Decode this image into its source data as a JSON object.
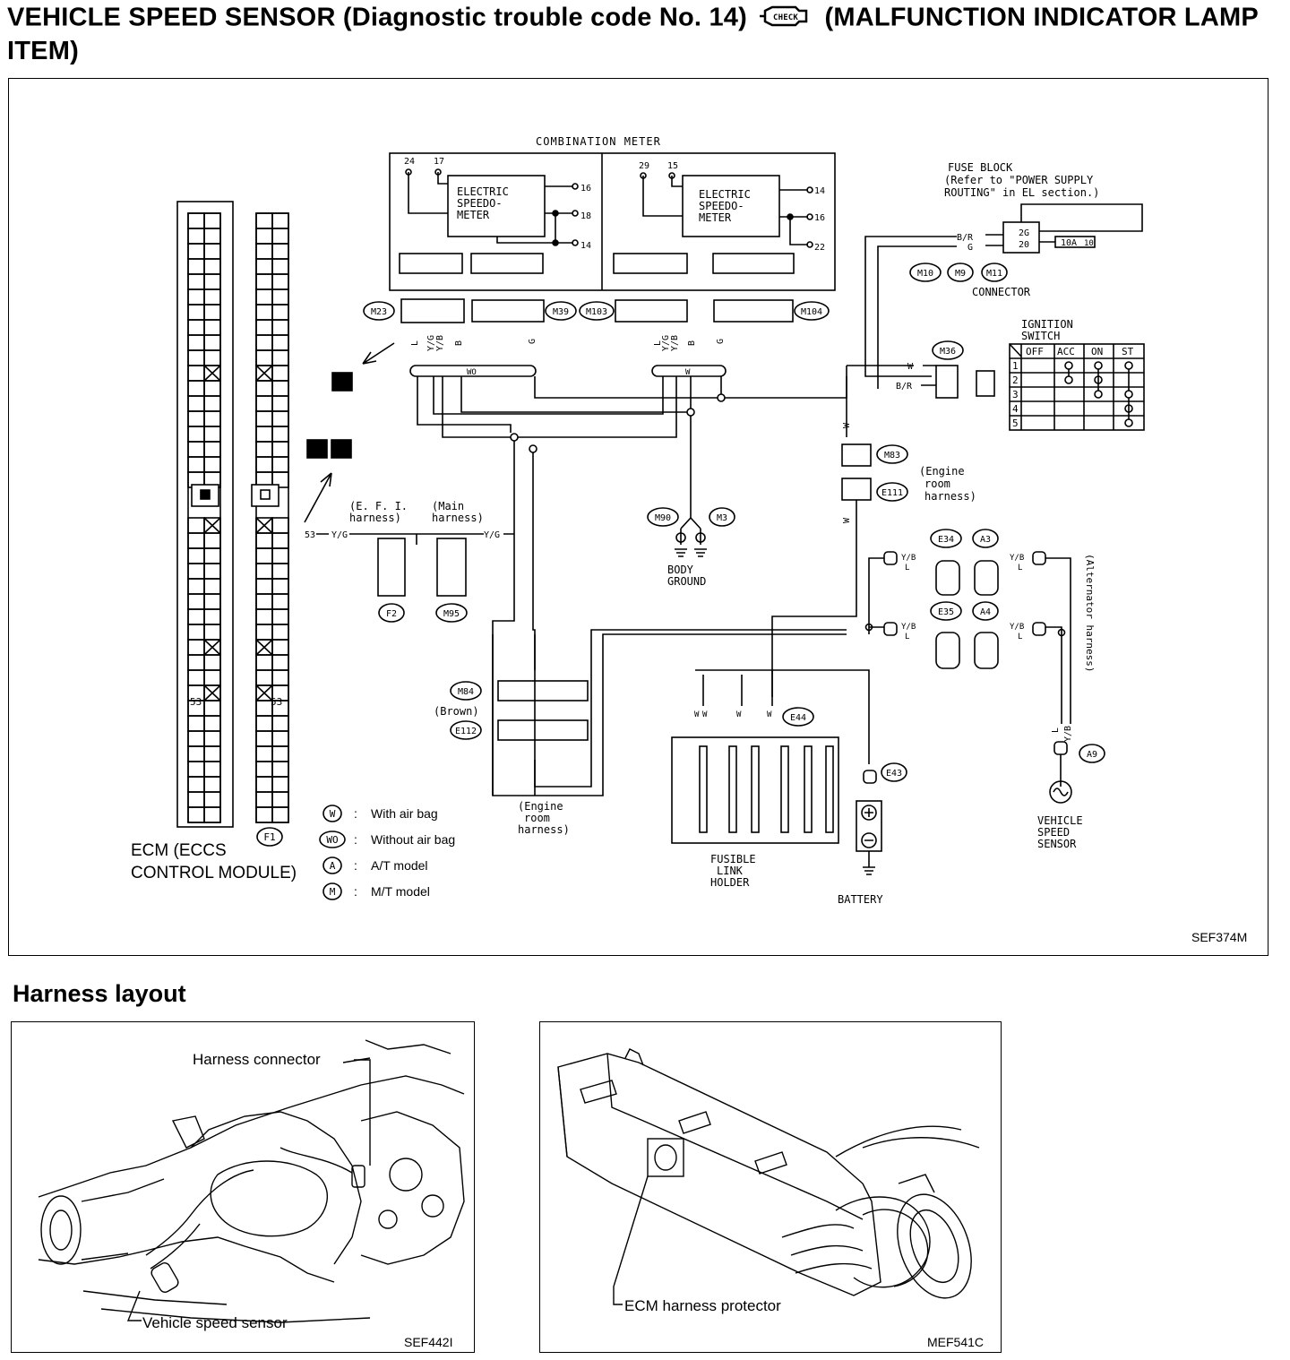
{
  "title": {
    "part1": "VEHICLE SPEED SENSOR (Diagnostic trouble code No. 14)",
    "part2": "(MALFUNCTION INDICATOR LAMP ITEM)",
    "icon": "check-engine-icon"
  },
  "diagram": {
    "combination_meter": "COMBINATION METER",
    "speedo_left": [
      "ELECTRIC",
      "SPEEDO-",
      "METER"
    ],
    "speedo_right": [
      "ELECTRIC",
      "SPEEDO-",
      "METER"
    ],
    "pins_left_top": [
      "24",
      "17"
    ],
    "pins_left_side": [
      "16",
      "18",
      "14"
    ],
    "pins_right_top": [
      "29",
      "15"
    ],
    "pins_right_side": [
      "14",
      "16",
      "22"
    ],
    "connectors": [
      "M23",
      "M39",
      "M103",
      "M104",
      "M10",
      "M9",
      "M11",
      "M36",
      "M83",
      "E111",
      "M90",
      "M3",
      "F2",
      "M95",
      "M84",
      "E112",
      "E34",
      "A3",
      "E35",
      "A4",
      "E44",
      "E43",
      "A9",
      "F1"
    ],
    "fuse_block": [
      "FUSE BLOCK",
      "(Refer to \"POWER SUPPLY",
      "ROUTING\" in EL section.)"
    ],
    "fuse_pins": [
      "2G",
      "20"
    ],
    "fuse_value": "10A",
    "fuse_id": "10",
    "connector_label": "CONNECTOR",
    "wire_br": "B/R",
    "wire_g": "G",
    "ignition_switch": [
      "IGNITION",
      "SWITCH"
    ],
    "ign_headers": [
      "OFF",
      "ACC",
      "ON",
      "ST"
    ],
    "ign_rows": [
      "1",
      "2",
      "3",
      "4",
      "5"
    ],
    "wo": "WO",
    "w": "W",
    "wire_l": "L",
    "wire_yg": "Y/G",
    "wire_yb": "Y/B",
    "wire_b": "B",
    "label_b": "B",
    "label_a": "A",
    "efi_harness": [
      "(E. F. I.",
      "harness)"
    ],
    "main_harness": [
      "(Main",
      "harness)"
    ],
    "pin_53": "53",
    "body_ground": [
      "BODY",
      "GROUND"
    ],
    "engine_room_harness_1": [
      "(Engine",
      "room",
      "harness)"
    ],
    "engine_room_harness_2": [
      "(Engine",
      "room",
      "harness)"
    ],
    "brown": "(Brown)",
    "alternator_harness": "(Alternator harness)",
    "vehicle_speed_sensor": [
      "VEHICLE",
      "SPEED",
      "SENSOR"
    ],
    "fusible_link_holder": [
      "FUSIBLE",
      "LINK",
      "HOLDER"
    ],
    "battery": "BATTERY",
    "ecm": [
      "ECM (ECCS",
      "CONTROL MODULE)"
    ],
    "legend": [
      {
        "sym": "W",
        "text": "With air bag"
      },
      {
        "sym": "WO",
        "text": "Without air bag"
      },
      {
        "sym": "A",
        "text": "A/T model"
      },
      {
        "sym": "M",
        "text": "M/T model"
      }
    ],
    "legend_sep": ":",
    "figure_code": "SEF374M"
  },
  "harness_layout": {
    "heading": "Harness layout",
    "left": {
      "connector": "Harness connector",
      "sensor": "Vehicle speed sensor",
      "code": "SEF442I"
    },
    "right": {
      "protector": "ECM harness protector",
      "code": "MEF541C"
    }
  }
}
